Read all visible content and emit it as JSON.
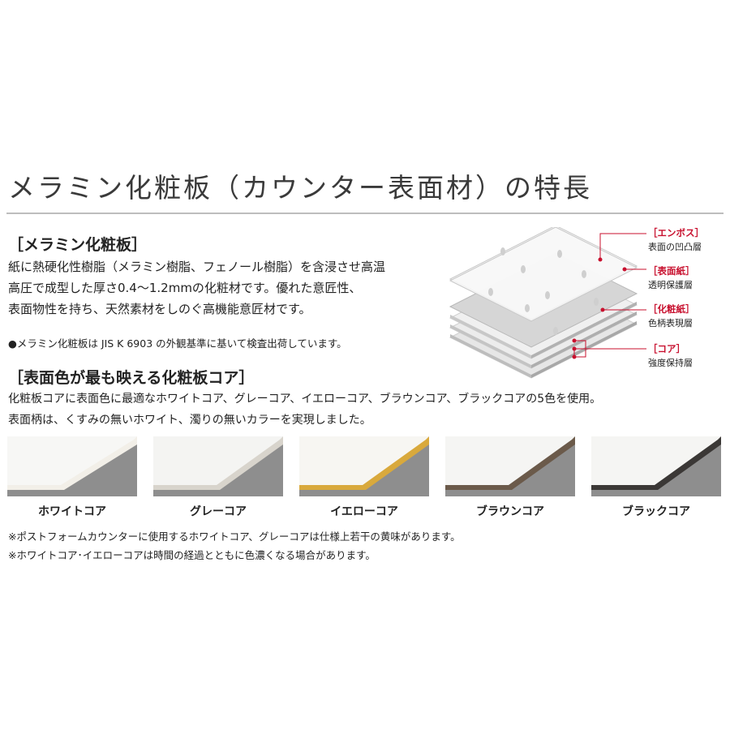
{
  "page": {
    "title": "メラミン化粧板（カウンター表面材）の特長"
  },
  "section1": {
    "heading": "［メラミン化粧板］",
    "lines": [
      "紙に熱硬化性樹脂（メラミン樹脂、フェノール樹脂）を含浸させ高温",
      "高圧で成型した厚さ0.4～1.2mmの化粧材です。優れた意匠性、",
      "表面物性を持ち、天然素材をしのぐ高機能意匠材です。"
    ],
    "note": "●メラミン化粧板は JIS K 6903 の外観基準に基いて検査出荷しています。"
  },
  "diagram": {
    "accent_color": "#c8102e",
    "layers": [
      {
        "name": "［エンボス］",
        "desc": "表面の凹凸層"
      },
      {
        "name": "［表面紙］",
        "desc": "透明保護層"
      },
      {
        "name": "［化粧紙］",
        "desc": "色柄表現層"
      },
      {
        "name": "［コア］",
        "desc": "強度保持層"
      }
    ]
  },
  "section2": {
    "heading": "［表面色が最も映える化粧板コア］",
    "lines": [
      "化粧板コアに表面色に最適なホワイトコア、グレーコア、イエローコア、ブラウンコア、ブラックコアの5色を使用。",
      "表面柄は、くすみの無いホワイト、濁りの無いカラーを実現しました。"
    ]
  },
  "cores": [
    {
      "label": "ホワイトコア",
      "edge_color": "#f2efe8"
    },
    {
      "label": "グレーコア",
      "edge_color": "#d8d4cc"
    },
    {
      "label": "イエローコア",
      "edge_color": "#d9a93c"
    },
    {
      "label": "ブラウンコア",
      "edge_color": "#6b5a4a"
    },
    {
      "label": "ブラックコア",
      "edge_color": "#3b3836"
    }
  ],
  "footnotes": [
    "※ポストフォームカウンターに使用するホワイトコア、グレーコアは仕様上若干の黄味があります。",
    "※ホワイトコア･イエローコアは時間の経過とともに色濃くなる場合があります。"
  ]
}
